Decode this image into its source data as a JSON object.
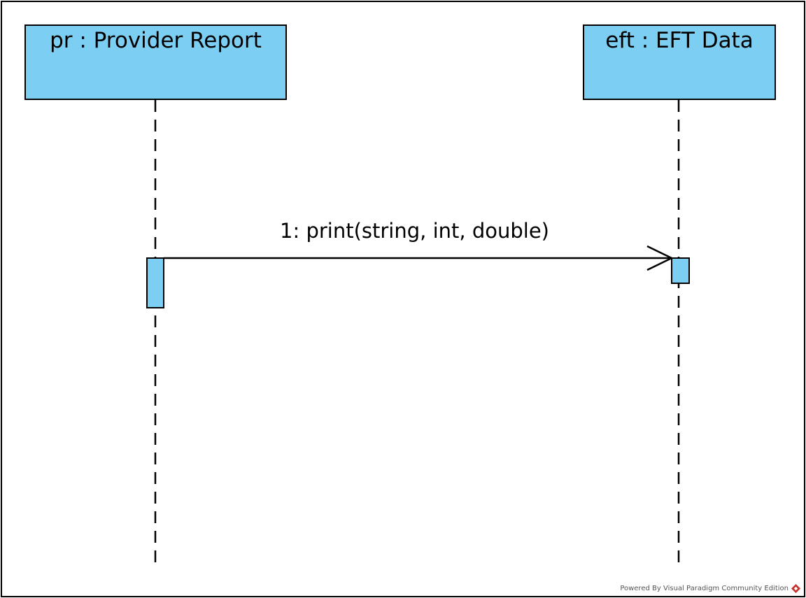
{
  "colors": {
    "lifeline_fill": "#7dcef3",
    "stroke": "#000000",
    "background": "#ffffff",
    "logo_red": "#c9302c"
  },
  "lifelines": [
    {
      "id": "pr",
      "label": "pr : Provider Report"
    },
    {
      "id": "eft",
      "label": "eft : EFT Data"
    }
  ],
  "messages": [
    {
      "label": "1: print(string, int, double)",
      "from": "pr",
      "to": "eft",
      "arrowhead": "open"
    }
  ],
  "footer": {
    "text": "Powered By Visual Paradigm Community Edition",
    "logo_icon": "visual-paradigm-logo-icon"
  }
}
